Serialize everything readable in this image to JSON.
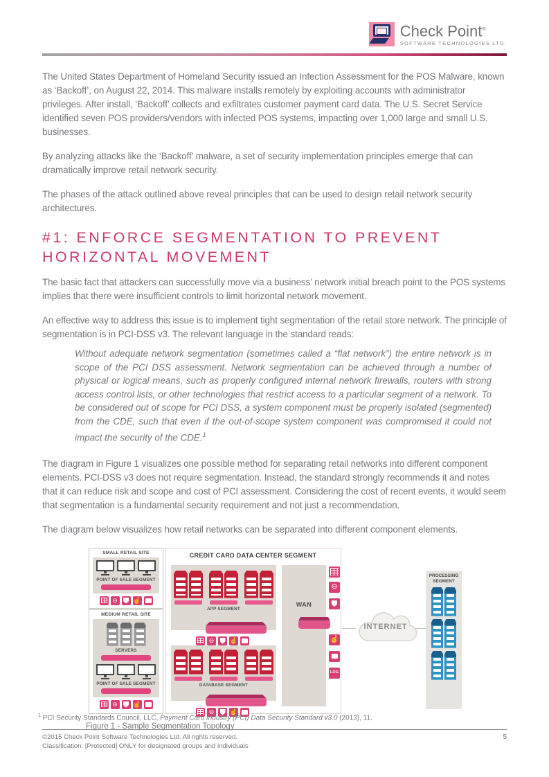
{
  "page": {
    "logo": {
      "brand": "Check Point",
      "registered": "®",
      "subtitle": "SOFTWARE TECHNOLOGIES LTD."
    },
    "intro": {
      "p1": "The United States Department of Homeland Security issued an Infection Assessment for the POS Malware, known as ‘Backoff’, on August 22, 2014. This malware installs remotely by exploiting accounts with administrator privileges. After install, ‘Backoff’ collects and exfiltrates customer payment card data. The U.S. Secret Service identified seven POS providers/vendors with infected POS systems, impacting over 1,000 large and small U.S. businesses.",
      "p2": "By analyzing attacks like the ‘Backoff’ malware, a set of security implementation principles emerge that can dramatically improve retail network security.",
      "p3": "The phases of the attack outlined above reveal principles that can be used to design retail network security architectures."
    },
    "section": {
      "heading": "#1: ENFORCE SEGMENTATION TO PREVENT HORIZONTAL MOVEMENT",
      "p1": "The basic fact that attackers can successfully move via a business’ network initial breach point to the POS systems implies that there were insufficient controls to limit horizontal network movement.",
      "p2": "An effective way to address this issue is to implement tight segmentation of the retail store network. The principle of segmentation is in PCI-DSS v3. The relevant language in the standard reads:",
      "quote_text": "Without adequate network segmentation (sometimes called a “flat network”) the entire network is in scope of the PCI DSS assessment. Network segmentation can be achieved through a number of physical or logical means, such as properly configured internal network firewalls, routers with strong access control lists, or other technologies that restrict access to a particular segment of a network. To be considered out of scope for PCI DSS, a system component must be properly isolated (segmented) from the CDE, such that even if the out-of-scope system component was compromised it could not impact the security of the CDE.",
      "quote_footnote_ref": "1",
      "p3": "The diagram in Figure 1 visualizes one possible method for separating retail networks into different component elements. PCI-DSS v3 does not require segmentation. Instead, the standard strongly recommends it and notes that it can reduce risk and scope and cost of PCI assessment. Considering the cost of recent events, it would seem that segmentation is a fundamental security requirement and not just a recommendation.",
      "p4": "The diagram below visualizes how retail networks can be separated into different component elements."
    },
    "figure": {
      "caption": "Figure 1 - Sample Segmentation Topology",
      "small_retail": {
        "title": "SMALL RETAIL SITE",
        "pos_label": "POINT OF SALE SEGMENT"
      },
      "medium_retail": {
        "title": "MEDIUM RETAIL SITE",
        "servers_label": "SERVERS",
        "pos_label": "POINT OF SALE SEGMENT"
      },
      "data_center": {
        "title": "CREDIT CARD DATA CENTER SEGMENT",
        "app_label": "APP SEGMENT",
        "db_label": "DATABASE SEGMENT",
        "wan_label": "WAN",
        "log_label": "LOG"
      },
      "internet_label": "INTERNET",
      "processing_label": "PROCESSING SEGMENT"
    },
    "footnote": {
      "marker": "1",
      "text_plain": "PCI Security Standards Council, LLC, ",
      "text_italic": "Payment Card Industry (PCI) Data Security Standard v3.0",
      "text_tail": " (2013), 11."
    },
    "footer": {
      "line1": "©2015 Check Point Software Technologies Ltd. All rights reserved.",
      "line2": "Classification: [Protected] ONLY for designated groups and individuals",
      "page_number": "5"
    },
    "colors": {
      "heading_pink": "#cb3a68",
      "accent_pink": "#d93f72",
      "brand_maroon": "#7c1838",
      "rack_red": "#c22135",
      "rack_blue": "#2e93c4",
      "panel_gray": "#dedad3"
    }
  }
}
